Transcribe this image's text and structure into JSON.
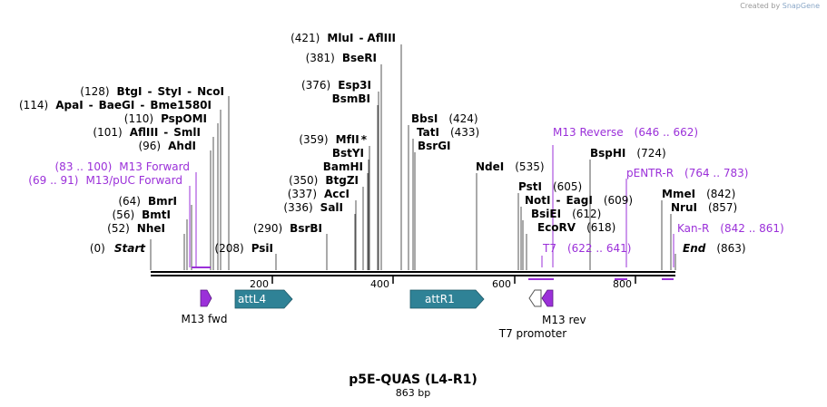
{
  "credit": {
    "prefix": "Created by",
    "brand": "SnapGene"
  },
  "title": "p5E-QUAS (L4-R1)",
  "subtitle": "863 bp",
  "colors": {
    "primer": "#9b30d9",
    "attFeature": "#2f8296",
    "marker": "#9b30d9",
    "line": "#555555"
  },
  "ruler": [
    "200",
    "400",
    "600",
    "800"
  ],
  "sites": [
    {
      "num": "(0)",
      "name": "Start",
      "style": "italic"
    },
    {
      "num": "(52)",
      "name": "NheI"
    },
    {
      "num": "(56)",
      "name": "BmtI"
    },
    {
      "num": "(64)",
      "name": "BmrI"
    },
    {
      "num": "(96)",
      "name": "AhdI"
    },
    {
      "num": "(101)",
      "name": "AflIII",
      "name2": "SmlI"
    },
    {
      "num": "(110)",
      "name": "PspOMI"
    },
    {
      "num": "(114)",
      "name": "ApaI",
      "name2": "BaeGI",
      "name3": "Bme1580I"
    },
    {
      "num": "(128)",
      "name": "BtgI",
      "name2": "StyI",
      "name3": "NcoI"
    },
    {
      "num": "(208)",
      "name": "PsiI"
    },
    {
      "num": "(290)",
      "name": "BsrBI"
    },
    {
      "num": "(336)",
      "name": "SalI"
    },
    {
      "num": "(337)",
      "name": "AccI"
    },
    {
      "num": "(350)",
      "name": "BtgZI"
    },
    {
      "name": "BamHI"
    },
    {
      "name": "BstYI"
    },
    {
      "num": "(359)",
      "name": "MfII",
      "mark": "*"
    },
    {
      "name": "BsmBI"
    },
    {
      "num": "(376)",
      "name": "Esp3I"
    },
    {
      "num": "(381)",
      "name": "BseRI"
    },
    {
      "num": "(421)",
      "name": "MluI",
      "name2": "AflIII"
    },
    {
      "name": "BbsI",
      "num": "(424)"
    },
    {
      "name": "TatI",
      "num": "(433)"
    },
    {
      "name": "BsrGI"
    },
    {
      "name": "NdeI",
      "num": "(535)"
    },
    {
      "name": "PstI",
      "num": "(605)"
    },
    {
      "name": "NotI",
      "name2": "EagI",
      "num": "(609)"
    },
    {
      "name": "BsiEI",
      "num": "(612)"
    },
    {
      "name": "EcoRV",
      "num": "(618)"
    },
    {
      "name": "BspHI",
      "num": "(724)"
    },
    {
      "name": "MmeI",
      "num": "(842)"
    },
    {
      "name": "NruI",
      "num": "(857)"
    },
    {
      "name": "End",
      "num": "(863)",
      "style": "italic"
    }
  ],
  "primers": [
    {
      "range": "(83 .. 100)",
      "name": "M13 Forward"
    },
    {
      "range": "(69 .. 91)",
      "name": "M13/pUC Forward"
    },
    {
      "name": "M13 Reverse",
      "range": "(646 .. 662)"
    },
    {
      "name": "pENTR-R",
      "range": "(764 .. 783)"
    },
    {
      "name": "T7",
      "range": "(622 .. 641)"
    },
    {
      "name": "Kan-R",
      "range": "(842 .. 861)"
    }
  ],
  "features": [
    {
      "name": "M13 fwd"
    },
    {
      "name": "attL4"
    },
    {
      "name": "attR1"
    },
    {
      "name": "T7 promoter"
    },
    {
      "name": "M13 rev"
    }
  ]
}
